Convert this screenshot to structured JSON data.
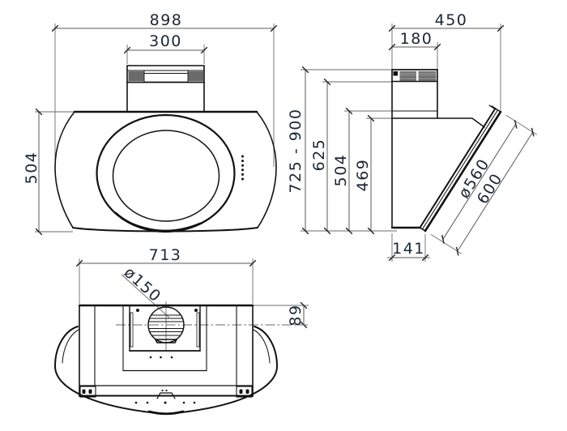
{
  "drawing": {
    "type": "cooker-hood-dimensional-drawing",
    "units": "mm",
    "front_view": {
      "overall_width": "898",
      "chimney_width": "300",
      "body_height": "504"
    },
    "side_view": {
      "overall_depth": "450",
      "chimney_depth": "180",
      "height_range": "725 - 900",
      "height_to_grille": "625",
      "height_504": "504",
      "height_469": "469",
      "glass_diameter": "ø560",
      "panel_length": "600",
      "bottom_depth": "141"
    },
    "bottom_view": {
      "body_width": "713",
      "outlet_diameter": "ø150",
      "outlet_offset": "89"
    }
  }
}
